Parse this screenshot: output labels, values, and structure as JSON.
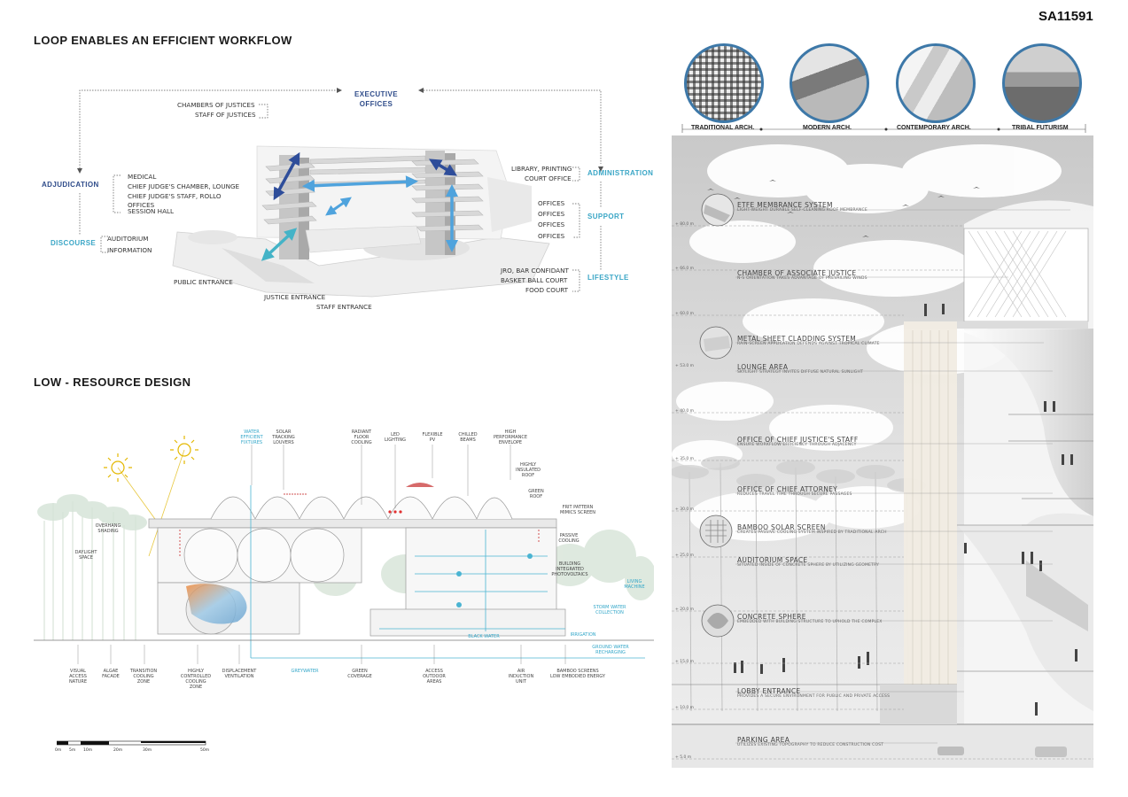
{
  "sheet_code": "SA11591",
  "workflow": {
    "title": "LOOP ENABLES  AN EFFICIENT WORKFLOW",
    "categories": {
      "executive": "EXECUTIVE\nOFFICES",
      "adjudication": "ADJUDICATION",
      "discourse": "DISCOURSE",
      "administration": "ADMINISTRATION",
      "support": "SUPPORT",
      "lifestyle": "LIFESTYLE"
    },
    "executive_items": [
      "CHAMBERS OF JUSTICES",
      "STAFF OF JUSTICES"
    ],
    "adjudication_items": [
      "MEDICAL",
      "CHIEF JUDGE'S CHAMBER, LOUNGE",
      "CHIEF JUDGE'S STAFF, ROLLO",
      "OFFICES",
      "SESSION HALL"
    ],
    "discourse_items": [
      "AUDITORIUM",
      "INFORMATION"
    ],
    "administration_items": [
      "LIBRARY, PRINTING",
      "COURT OFFICE"
    ],
    "support_items": [
      "OFFICES",
      "OFFICES",
      "OFFICES",
      "OFFICES"
    ],
    "lifestyle_items": [
      "JRO, BAR CONFIDANT",
      "BASKET BALL COURT",
      "FOOD COURT"
    ],
    "entrances": {
      "public": "PUBLIC ENTRANCE",
      "justice": "JUSTICE ENTRANCE",
      "staff": "STAFF ENTRANCE"
    }
  },
  "low_resource": {
    "title": "LOW -  RESOURCE DESIGN",
    "top_labels": [
      "WATER\nEFFICIENT\nFIXTURES",
      "SOLAR\nTRACKING\nLOUVERS",
      "RADIANT\nFLOOR\nCOOLING",
      "LED\nLIGHTING",
      "FLEXIBLE\nPV",
      "CHILLED\nBEAMS",
      "HIGH\nPERFORMANCE\nENVELOPE"
    ],
    "side_labels": {
      "highly_insulated_roof": "HIGHLY\nINSULATED\nROOF",
      "green_roof": "GREEN\nROOF",
      "frit_pattern": "FRIT PATTERN\nMIMICS SCREEN",
      "passive_cooling": "PASSIVE\nCOOLING",
      "building_pv": "BUILDING\nINTEGRATED\nPHOTOVOLTAICS",
      "living_machine": "LIVING\nMACHINE",
      "storm_water": "STORM WATER\nCOLLECTION",
      "irrigation": "IRRIGATION",
      "ground_water": "GROUND WATER\nRECHARGING",
      "black_water": "BLACK WATER",
      "overhang": "OVERHANG\nSHADING",
      "daylight": "DAYLIGHT\nSPACE"
    },
    "bottom_labels": [
      "VISUAL\nACCESS\nNATURE",
      "ALGAE\nFACADE",
      "TRANSITION\nCOOLING\nZONE",
      "HIGHLY\nCONTROLLED\nCOOLING\nZONE",
      "DISPLACEMENT\nVENTILATION",
      "GREYWATER",
      "GREEN\nCOVERAGE",
      "ACCESS\nOUTDOOR\nAREAS",
      "AIR\nINDUCTION\nUNIT",
      "BAMBOO SCREENS\nLOW EMBODIED ENERGY"
    ],
    "scale_ticks": [
      "0m",
      "5m",
      "10m",
      "20m",
      "30m",
      "50m"
    ]
  },
  "styles": [
    "TRADITIONAL ARCH.",
    "MODERN ARCH.",
    "CONTEMPORARY ARCH.",
    "TRIBAL FUTURISM"
  ],
  "section": {
    "annotations": [
      {
        "title": "ETFE MEMBRANCE SYSTEM",
        "sub": "LIGHT-WEIGHT DURABLE SELF-CLEANING ROOF MEMBRANCE"
      },
      {
        "title": "CHAMBER OF ASSOCIATE JUSTICE",
        "sub": "N-S ORIENTATION TAKES ADVANTAGE OF PREVAILING WINDS"
      },
      {
        "title": "METAL SHEET CLADDING SYSTEM",
        "sub": "RAIN-SCREEN APPLICATION DEFENDS AGAINST TROPICAL CLIMATE"
      },
      {
        "title": "LOUNGE AREA",
        "sub": "SKYLIGHT STRATEGY INVITES DIFFUSE NATURAL SUNLIGHT"
      },
      {
        "title": "OFFICE OF CHIEF JUSTICE'S STAFF",
        "sub": "ENSURE WORKFLOW EFFICIENCY THROUGH ADJACENCY"
      },
      {
        "title": "OFFICE OF CHIEF ATTORNEY",
        "sub": "REDUCES TRAVEL TIME THROUGH SECURE PASSAGES"
      },
      {
        "title": "BAMBOO SOLAR SCREEN",
        "sub": "CREATES PASSIVE COOLING SYSTEM INSPIRED BY TRADITIONAL ARCH"
      },
      {
        "title": "AUDITORIUM SPACE",
        "sub": "SITUATED INSIDE OF CONCRETE SPHERE BY UTILIZING GEOMETRY"
      },
      {
        "title": "CONCRETE SPHERE",
        "sub": "EMBEDDED WITH BUILDING STRUCTURE TO UPHOLD THE COMPLEX"
      },
      {
        "title": "LOBBY ENTRANCE",
        "sub": "PROVIDES A SECURE ENVIRONMENT FOR PUBLIC AND PRIVATE ACCESS"
      },
      {
        "title": "PARKING AREA",
        "sub": "UTILIZES EXISTING TOPOGRAPHY TO REDUCE CONSTRUCTION COST"
      }
    ],
    "levels": [
      "+ 80.0 m",
      "+ 66.0 m",
      "+ 60.0 m",
      "+ 53.0 m",
      "+ 40.0 m",
      "+ 35.0 m",
      "+ 30.0 m",
      "+ 25.0 m",
      "+ 20.0 m",
      "+ 15.0 m",
      "+ 10.0 m",
      "+ 5.0 m"
    ]
  }
}
